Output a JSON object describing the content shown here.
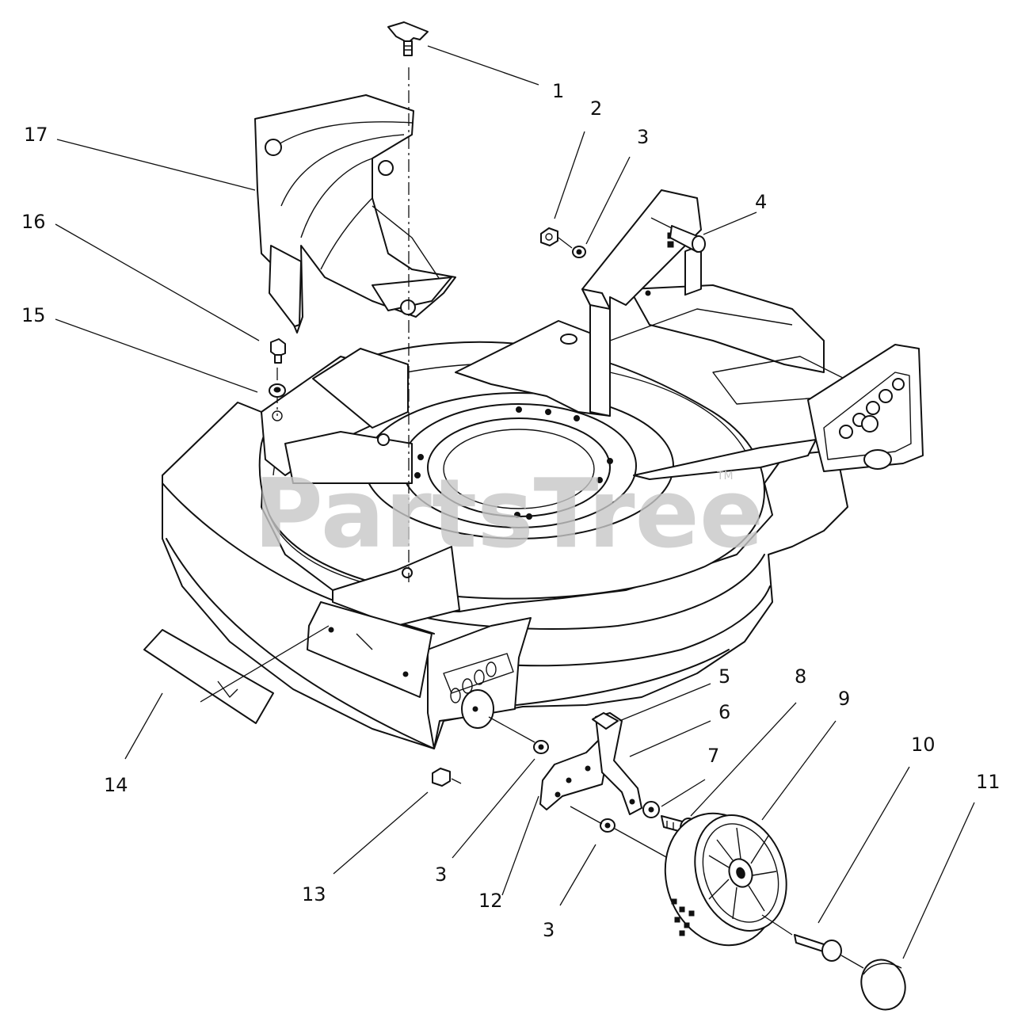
{
  "watermark": {
    "text": "PartsTree",
    "tm": "TM"
  },
  "callouts": [
    "1",
    "2",
    "3",
    "4",
    "5",
    "6",
    "7",
    "8",
    "9",
    "10",
    "11",
    "12",
    "13",
    "14",
    "15",
    "16",
    "17"
  ],
  "extra_callouts": {
    "washer_front": "3",
    "washer_wheel": "3"
  }
}
